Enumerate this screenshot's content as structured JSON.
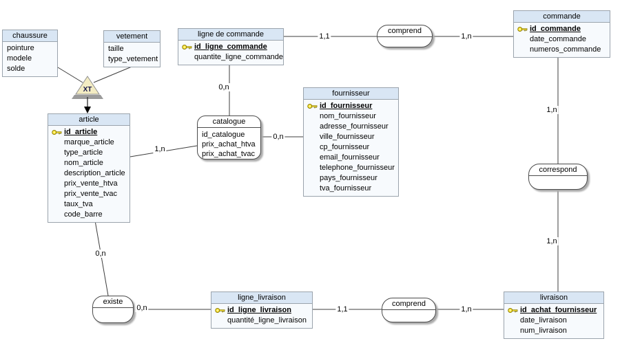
{
  "colors": {
    "entity_header_bg": "#d9e6f4",
    "entity_body_bg": "#f7fafd",
    "entity_border": "#9aa3ac",
    "association_border": "#4a4a4a",
    "connector_color": "#3c3c3c",
    "key_icon_color": "#ffe93d",
    "inheritance_triangle_fill": "#f3ecc3",
    "inheritance_shadow": "#9b9b9b",
    "page_background": "#ffffff"
  },
  "inheritance": {
    "label": "XT",
    "supertype": "article",
    "subtypes": [
      "chaussure",
      "vetement"
    ]
  },
  "entities": [
    {
      "name": "chaussure",
      "attributes": [
        {
          "name": "pointure",
          "key": false
        },
        {
          "name": "modele",
          "key": false
        },
        {
          "name": "solde",
          "key": false
        }
      ]
    },
    {
      "name": "vetement",
      "attributes": [
        {
          "name": "taille",
          "key": false
        },
        {
          "name": "type_vetement",
          "key": false
        }
      ]
    },
    {
      "name": "ligne de commande",
      "attributes": [
        {
          "name": "id_ligne_commande",
          "key": true
        },
        {
          "name": "quantite_ligne_commande",
          "key": false
        }
      ]
    },
    {
      "name": "article",
      "attributes": [
        {
          "name": "id_article",
          "key": true
        },
        {
          "name": "marque_article",
          "key": false
        },
        {
          "name": "type_article",
          "key": false
        },
        {
          "name": "nom_article",
          "key": false
        },
        {
          "name": "description_article",
          "key": false
        },
        {
          "name": "prix_vente_htva",
          "key": false
        },
        {
          "name": "prix_vente_tvac",
          "key": false
        },
        {
          "name": "taux_tva",
          "key": false
        },
        {
          "name": "code_barre",
          "key": false
        }
      ]
    },
    {
      "name": "fournisseur",
      "attributes": [
        {
          "name": "id_fournisseur",
          "key": true
        },
        {
          "name": "nom_fournisseur",
          "key": false
        },
        {
          "name": "adresse_fournisseur",
          "key": false
        },
        {
          "name": "ville_fournisseur",
          "key": false
        },
        {
          "name": "cp_fournisseur",
          "key": false
        },
        {
          "name": "email_fournisseur",
          "key": false
        },
        {
          "name": "telephone_fournisseur",
          "key": false
        },
        {
          "name": "pays_fournisseur",
          "key": false
        },
        {
          "name": "tva_fournisseur",
          "key": false
        }
      ]
    },
    {
      "name": "commande",
      "attributes": [
        {
          "name": "id_commande",
          "key": true
        },
        {
          "name": "date_commande",
          "key": false
        },
        {
          "name": "numeros_commande",
          "key": false
        }
      ]
    },
    {
      "name": "ligne_livraison",
      "attributes": [
        {
          "name": "id_ligne_livraison",
          "key": true
        },
        {
          "name": "quantité_ligne_livraison",
          "key": false
        }
      ]
    },
    {
      "name": "livraison",
      "attributes": [
        {
          "name": "id_achat_fournisseur",
          "key": true
        },
        {
          "name": "date_livraison",
          "key": false
        },
        {
          "name": "num_livraison",
          "key": false
        }
      ]
    }
  ],
  "associations": [
    {
      "name": "catalogue",
      "attributes": [
        {
          "name": "id_catalogue"
        },
        {
          "name": "prix_achat_htva"
        },
        {
          "name": "prix_achat_tvac"
        }
      ]
    },
    {
      "name": "comprend"
    },
    {
      "name": "correspond"
    },
    {
      "name": "existe"
    },
    {
      "name": "comprend"
    }
  ],
  "links": [
    {
      "from": "ligne de commande",
      "to": "comprend",
      "cardinality": "1,1"
    },
    {
      "from": "comprend",
      "to": "commande",
      "cardinality": "1,n"
    },
    {
      "from": "ligne de commande",
      "to": "catalogue",
      "cardinality": "0,n"
    },
    {
      "from": "article",
      "to": "catalogue",
      "cardinality": "1,n"
    },
    {
      "from": "catalogue",
      "to": "fournisseur",
      "cardinality": "0,n"
    },
    {
      "from": "commande",
      "to": "correspond",
      "cardinality": "1,n"
    },
    {
      "from": "correspond",
      "to": "livraison",
      "cardinality": "1,n"
    },
    {
      "from": "article",
      "to": "existe",
      "cardinality": "0,n"
    },
    {
      "from": "existe",
      "to": "ligne_livraison",
      "cardinality": "0,n"
    },
    {
      "from": "ligne_livraison",
      "to": "comprend",
      "cardinality": "1,1"
    },
    {
      "from": "comprend",
      "to": "livraison",
      "cardinality": "1,n"
    }
  ]
}
